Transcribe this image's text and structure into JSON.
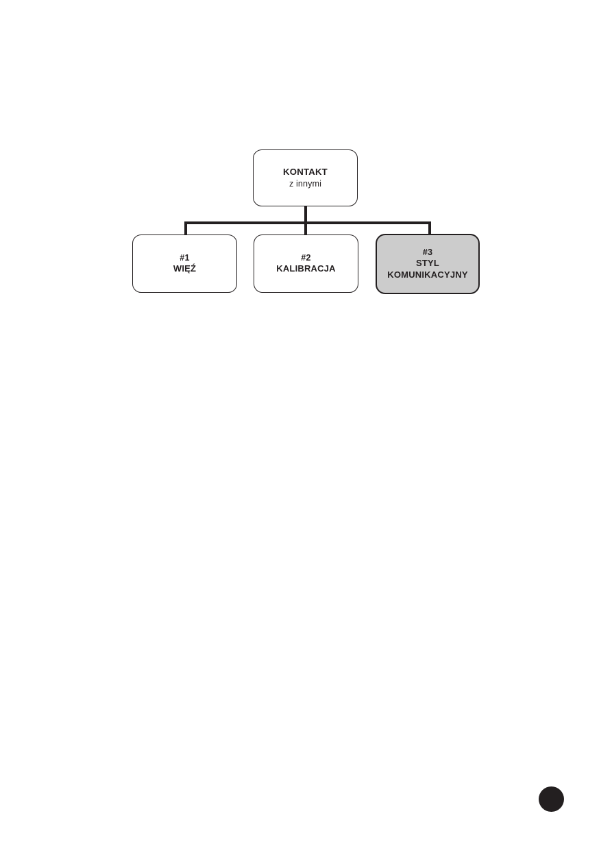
{
  "diagram": {
    "type": "hierarchy-tree",
    "root": {
      "title": "KONTAKT",
      "subtitle": "z innymi",
      "shaded": false
    },
    "children": [
      {
        "number": "#1",
        "label": "WIĘŹ",
        "shaded": false
      },
      {
        "number": "#2",
        "label": "KALIBRACJA",
        "shaded": false
      },
      {
        "number": "#3",
        "label_line_1": "STYL",
        "label_line_2": "KOMUNIKACYJNY",
        "shaded": true
      }
    ],
    "colors": {
      "line": "#231f20",
      "text": "#231f20",
      "box_fill": "#ffffff",
      "highlight_fill": "#cccccc",
      "page_background": "#ffffff",
      "page_marker": "#231f20"
    }
  }
}
